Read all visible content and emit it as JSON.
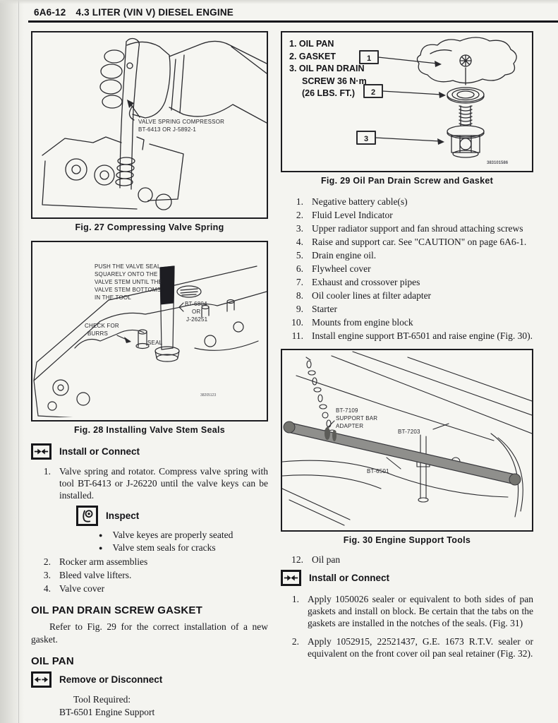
{
  "header": {
    "page_no": "6A6-12",
    "title": "4.3 LITER (VIN V) DIESEL ENGINE"
  },
  "left": {
    "fig27": {
      "caption": "Fig. 27 Compressing Valve Spring",
      "labels": [
        "VALVE SPRING COMPRESSOR",
        "BT-6413 OR J-5892-1"
      ]
    },
    "fig28": {
      "caption": "Fig. 28 Installing Valve Stem Seals",
      "push_label": [
        "PUSH THE VALVE SEAL",
        "SQUARELY ONTO THE",
        "VALVE STEM UNTIL THE",
        "VALVE STEM BOTTOMS",
        "IN THE TOOL"
      ],
      "tool_label": [
        "BT-6804",
        "OR",
        "J-26251"
      ],
      "check_label": [
        "CHECK FOR",
        "BURRS"
      ],
      "seal_label": "SEAL",
      "part_no": "38205123"
    },
    "install_connect_label": "Install or Connect",
    "step1": {
      "n": "1.",
      "t": "Valve spring and rotator. Compress valve spring with tool BT-6413 or J-26220 until the valve keys can be installed."
    },
    "inspect_label": "Inspect",
    "bullets": [
      "Valve keyes are properly seated",
      "Valve stem seals for cracks"
    ],
    "steps": [
      {
        "n": "2.",
        "t": "Rocker arm assemblies"
      },
      {
        "n": "3.",
        "t": "Bleed valve lifters."
      },
      {
        "n": "4.",
        "t": "Valve cover"
      }
    ],
    "heading_gasket": "OIL PAN DRAIN SCREW GASKET",
    "para_gasket": "Refer to Fig. 29 for the correct installation of a new gasket.",
    "heading_oilpan": "OIL PAN",
    "remove_disconnect_label": "Remove or Disconnect",
    "tool_required_label": "Tool Required:",
    "tool_required_value": "BT-6501 Engine Support"
  },
  "right": {
    "fig29": {
      "caption": "Fig. 29 Oil Pan Drain Screw and Gasket",
      "legend": [
        "1. OIL PAN",
        "2. GASKET",
        "3. OIL PAN DRAIN",
        "SCREW 36 N·m",
        "(26 LBS. FT.)"
      ],
      "callouts": [
        "1",
        "2",
        "3"
      ],
      "part_no": "383101586"
    },
    "steps": [
      {
        "n": "1.",
        "t": "Negative battery cable(s)"
      },
      {
        "n": "2.",
        "t": "Fluid Level Indicator"
      },
      {
        "n": "3.",
        "t": "Upper radiator support and fan shroud attaching screws"
      },
      {
        "n": "4.",
        "t": "Raise and support car. See \"CAUTION\" on page 6A6-1."
      },
      {
        "n": "5.",
        "t": "Drain engine oil."
      },
      {
        "n": "6.",
        "t": "Flywheel cover"
      },
      {
        "n": "7.",
        "t": "Exhaust and crossover pipes"
      },
      {
        "n": "8.",
        "t": "Oil cooler lines at filter adapter"
      },
      {
        "n": "9.",
        "t": "Starter"
      },
      {
        "n": "10.",
        "t": "Mounts from engine block"
      },
      {
        "n": "11.",
        "t": "Install engine support BT-6501 and raise engine (Fig. 30)."
      }
    ],
    "fig30": {
      "caption": "Fig. 30 Engine Support Tools",
      "adapter_label": [
        "BT-7109",
        "SUPPORT BAR",
        "ADAPTER"
      ],
      "bar_label": "BT-7203",
      "tool_label": "BT-6501"
    },
    "step12": {
      "n": "12.",
      "t": "Oil pan"
    },
    "install_connect_label": "Install or Connect",
    "substeps": [
      {
        "n": "1.",
        "t": "Apply 1050026 sealer or equivalent to both sides of pan gaskets and install on block. Be certain that the tabs on the gaskets are installed in the notches of the seals. (Fig. 31)"
      },
      {
        "n": "2.",
        "t": "Apply 1052915, 22521437, G.E. 1673 R.T.V. sealer or equivalent on the front cover oil pan seal retainer (Fig. 32)."
      }
    ]
  }
}
